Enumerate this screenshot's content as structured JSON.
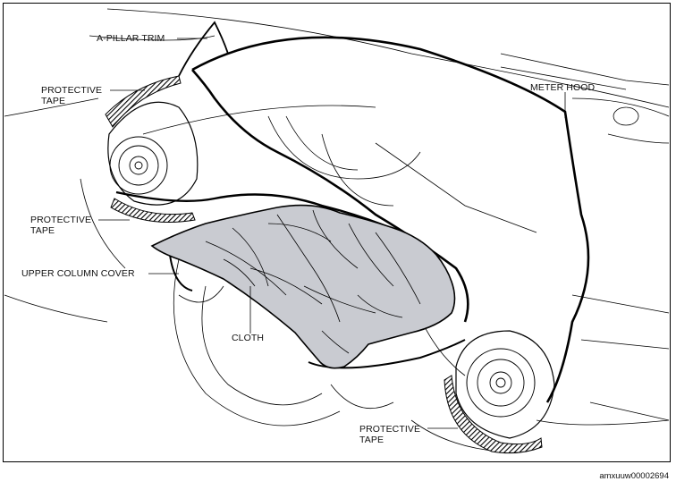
{
  "labels": {
    "a_pillar_trim": "A-PILLAR TRIM",
    "meter_hood": "METER HOOD",
    "protective_tape_1": "PROTECTIVE\nTAPE",
    "protective_tape_2": "PROTECTIVE\nTAPE",
    "upper_column_cover": "UPPER COLUMN COVER",
    "cloth": "CLOTH",
    "protective_tape_3": "PROTECTIVE\nTAPE"
  },
  "figure_id": "amxuuw00002694",
  "colors": {
    "line": "#000000",
    "cloth_fill": "#c9cbd1",
    "tape_hatch": "#000000",
    "background": "#ffffff"
  }
}
